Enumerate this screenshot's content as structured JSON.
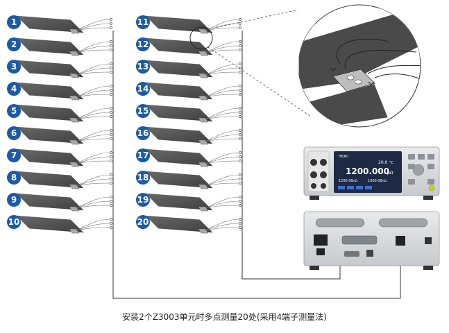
{
  "caption": "安装2个Z3003单元时多点测量20处(采用4端子测量法)",
  "samples": {
    "left_column": [
      "1",
      "2",
      "3",
      "4",
      "5",
      "6",
      "7",
      "8",
      "9",
      "10"
    ],
    "right_column": [
      "11",
      "12",
      "13",
      "14",
      "15",
      "16",
      "17",
      "18",
      "19",
      "20"
    ]
  },
  "instrument": {
    "brand": "HIOKI",
    "display_top_value": "20.0",
    "display_top_unit": "°C",
    "display_main_value": "1200.000",
    "display_main_unit": "μΩ",
    "display_sub_left": "1200.00",
    "display_sub_left_unit": "mΩ",
    "display_sub_right": "1000.00",
    "display_sub_right_unit": "mΩ"
  },
  "colors": {
    "badge": "#1b5aa6",
    "plate": "#555555",
    "wire": "#444444",
    "instrument_body": "#d9dbdd",
    "display": "#1d2a45"
  }
}
